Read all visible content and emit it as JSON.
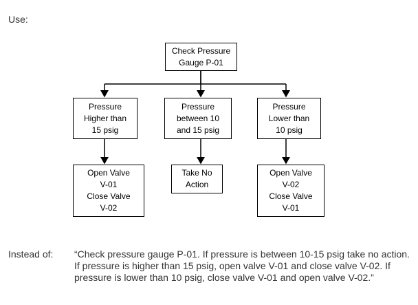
{
  "labels": {
    "use": "Use:",
    "instead_of": "Instead of:"
  },
  "diagram": {
    "root": "Check Pressure\nGauge P-01",
    "conditions": {
      "high": "Pressure\nHigher than\n15 psig",
      "mid": "Pressure\nbetween 10\nand 15 psig",
      "low": "Pressure\nLower than\n10 psig"
    },
    "actions": {
      "high": "Open Valve\nV-01\nClose Valve\nV-02",
      "mid": "Take No\nAction",
      "low": "Open Valve\nV-02\nClose Valve\nV-01"
    }
  },
  "instead_text": "“Check pressure gauge P-01. If pressure is between 10-15 psig take no action. If pressure is higher than 15 psig, open valve V-01 and close valve V-02. If pressure is lower than 10 psig, close valve V-01 and open valve V-02.”"
}
